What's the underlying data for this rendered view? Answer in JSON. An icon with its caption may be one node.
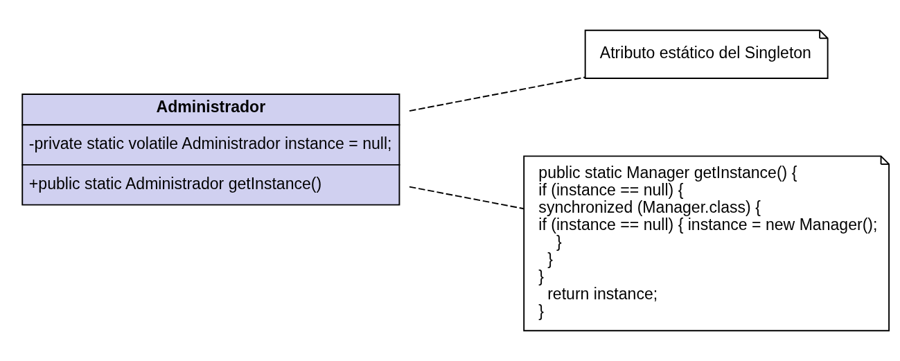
{
  "diagram": {
    "nodes": [
      {
        "text": [
          "Administrador",
          "-private static volatile Administrador instance = null;",
          "+public static Administrador getInstance()"
        ]
      },
      {
        "text": [
          "Atributo estático del Singleton"
        ]
      },
      {
        "text": [
          "public static Manager getInstance() {",
          "if (instance == null) {",
          "synchronized (Manager.class) {",
          "if (instance == null) { instance = new Manager();",
          "}",
          "}",
          "}",
          "return instance;",
          "}"
        ]
      }
    ],
    "edges": [
      {
        "from": 0,
        "to": 1,
        "arrow": "none",
        "style": "dashed"
      },
      {
        "from": 0,
        "to": 2,
        "arrow": "none",
        "style": "dashed"
      }
    ]
  }
}
